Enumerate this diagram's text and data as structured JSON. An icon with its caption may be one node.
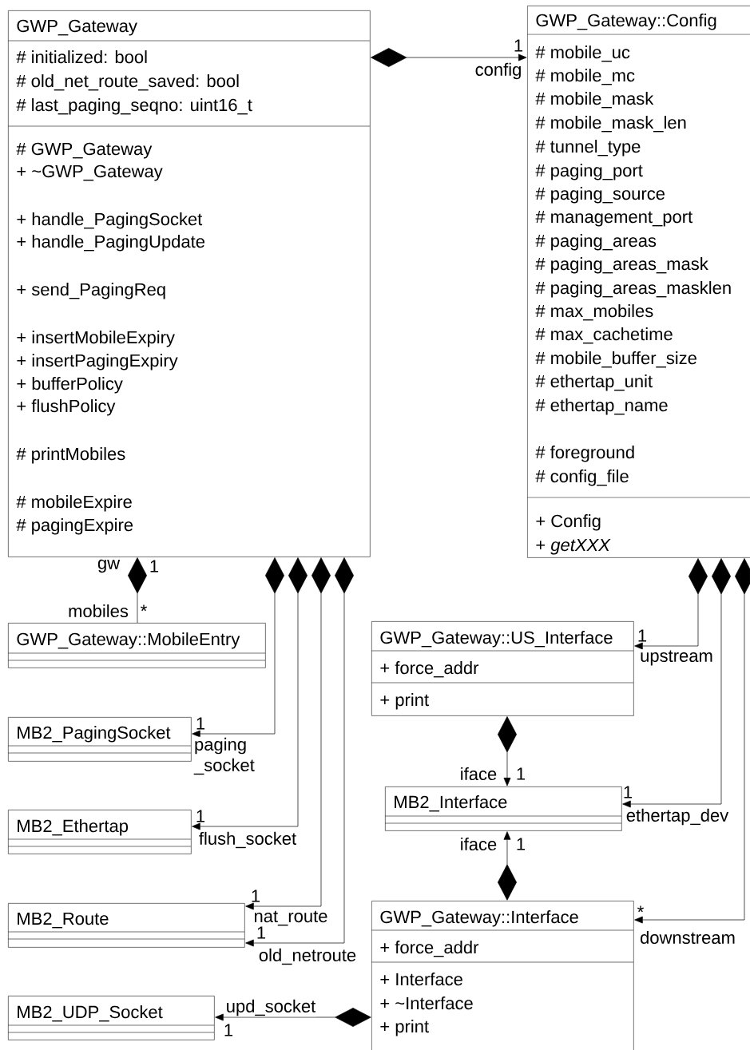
{
  "diagram": {
    "nodes": [
      {
        "text": [
          "GWP_Gateway",
          "# initialized: bool",
          "# old_net_route_saved: bool",
          "# last_paging_seqno: uint16_t",
          "# GWP_Gateway",
          "+ ~GWP_Gateway",
          "+ handle_PagingSocket",
          "+ handle_PagingUpdate",
          "+ send_PagingReq",
          "+ insertMobileExpiry",
          "+ insertPagingExpiry",
          "+ bufferPolicy",
          "+ flushPolicy",
          "# printMobiles",
          "# mobileExpire",
          "# pagingExpire"
        ]
      },
      {
        "text": [
          "GWP_Gateway::Config",
          "# mobile_uc",
          "# mobile_mc",
          "# mobile_mask",
          "# mobile_mask_len",
          "# tunnel_type",
          "# paging_port",
          "# paging_source",
          "# management_port",
          "# paging_areas",
          "# paging_areas_mask",
          "# paging_areas_masklen",
          "# max_mobiles",
          "# max_cachetime",
          "# mobile_buffer_size",
          "# ethertap_unit",
          "# ethertap_name",
          "# foreground",
          "# config_file",
          "+ Config",
          "+ *getXXX*"
        ]
      },
      {
        "text": [
          "GWP_Gateway::MobileEntry"
        ]
      },
      {
        "text": [
          "GWP_Gateway::US_Interface",
          "+ force_addr",
          "+ print"
        ]
      },
      {
        "text": [
          "MB2_PagingSocket"
        ]
      },
      {
        "text": [
          "MB2_Interface"
        ]
      },
      {
        "text": [
          "MB2_Ethertap"
        ]
      },
      {
        "text": [
          "MB2_Route"
        ]
      },
      {
        "text": [
          "GWP_Gateway::Interface",
          "+ force_addr",
          "+ Interface",
          "+ ~Interface",
          "+ print"
        ]
      },
      {
        "text": [
          "MB2_UDP_Socket"
        ]
      }
    ],
    "edges": [
      {
        "from": 0,
        "to": 1,
        "arrow": "to",
        "label": "config"
      },
      {
        "from": 0,
        "to": 2,
        "arrow": "other",
        "label": "mobiles"
      },
      {
        "from": 0,
        "to": 4,
        "arrow": "to",
        "label": "paging _socket"
      },
      {
        "from": 0,
        "to": 6,
        "arrow": "to",
        "label": "flush_socket"
      },
      {
        "from": 0,
        "to": 7,
        "arrow": "to",
        "label": "nat_route"
      },
      {
        "from": 0,
        "to": 7,
        "arrow": "to",
        "label": "old_netroute"
      },
      {
        "from": 1,
        "to": 3,
        "arrow": "to",
        "label": "upstream"
      },
      {
        "from": 1,
        "to": 5,
        "arrow": "to",
        "label": "ethertap_dev"
      },
      {
        "from": 1,
        "to": 8,
        "arrow": "to",
        "label": "downstream"
      },
      {
        "from": 3,
        "to": 5,
        "arrow": "to",
        "label": "iface"
      },
      {
        "from": 8,
        "to": 5,
        "arrow": "to",
        "label": "iface"
      },
      {
        "from": 8,
        "to": 9,
        "arrow": "to",
        "label": "upd_socket"
      }
    ],
    "labels": [
      "1",
      "gw",
      "1",
      "*",
      "1",
      "1",
      "1",
      "1",
      "1",
      "1",
      "1",
      "*",
      "1",
      "1"
    ]
  }
}
